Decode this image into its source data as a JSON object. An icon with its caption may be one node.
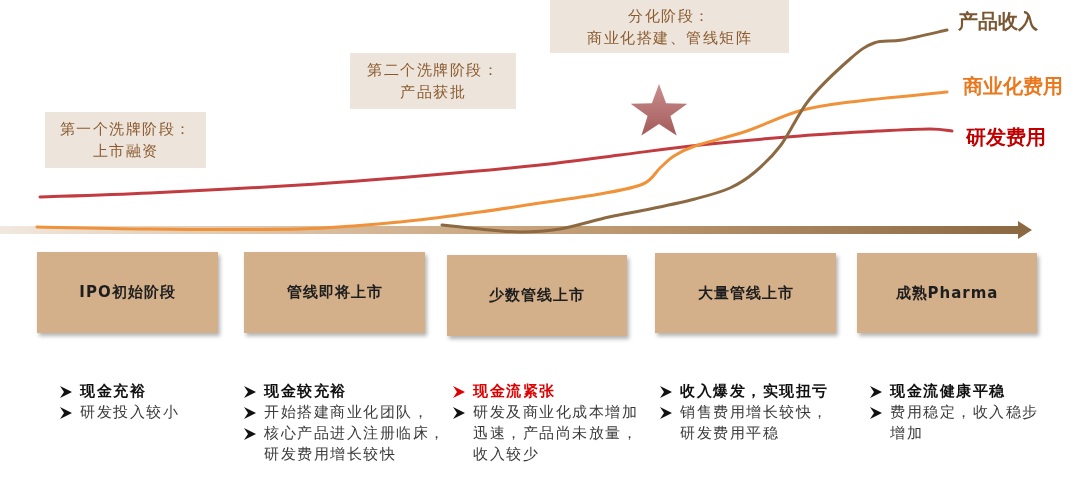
{
  "diagram": {
    "nodes": [
      {
        "text": [
          "第一个洗牌阶段：",
          "上市融资"
        ]
      },
      {
        "text": [
          "第二个洗牌阶段：",
          "产品获批"
        ]
      },
      {
        "text": [
          "分化阶段：",
          "商业化搭建、管线矩阵"
        ]
      },
      {
        "text": [
          "IPO初始阶段"
        ],
        "beside": [
          "现金充裕",
          "研发投入较小"
        ]
      },
      {
        "text": [
          "管线即将上市"
        ],
        "beside": [
          "现金较充裕",
          "开始搭建商业化团队，",
          "核心产品进入注册临床，研发费用增长较快"
        ]
      },
      {
        "text": [
          "少数管线上市"
        ],
        "beside": [
          "现金流紧张",
          "研发及商业化成本增加迅速，产品尚未放量，收入较少"
        ]
      },
      {
        "text": [
          "大量管线上市"
        ],
        "beside": [
          "收入爆发，实现扭亏",
          "销售费用增长较快，研发费用平稳"
        ]
      },
      {
        "text": [
          "成熟Pharma"
        ],
        "beside": [
          "现金流健康平稳",
          "费用稳定，收入稳步增加"
        ]
      }
    ],
    "labels": [
      "产品收入",
      "商业化费用",
      "研发费用"
    ]
  }
}
